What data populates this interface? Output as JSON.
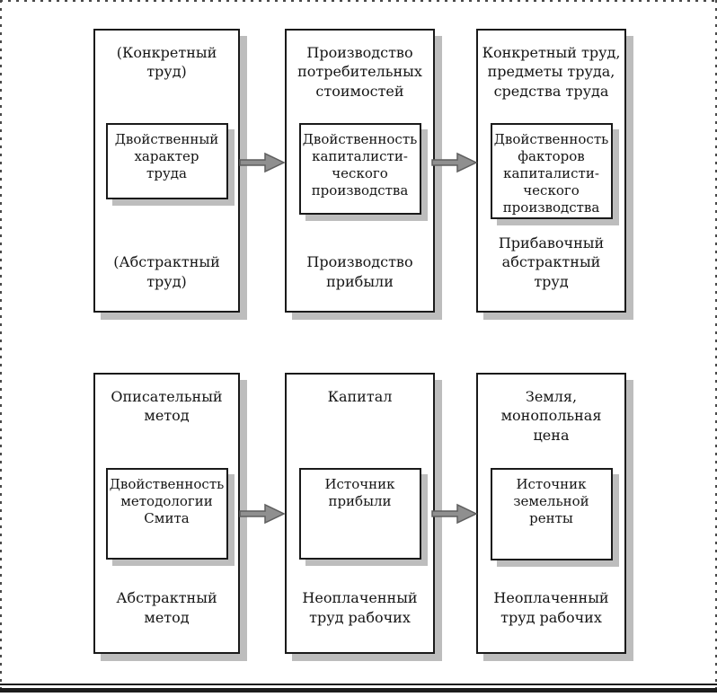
{
  "palette": {
    "box_border": "#1a1a1a",
    "box_shadow": "#bdbdbd",
    "arrow_fill": "#8f8f8f",
    "arrow_stroke": "#5e5e5e",
    "page_dots": "#4a4a4a",
    "footer_rule": "#1c1c1c",
    "text": "#151515"
  },
  "diagram": {
    "rows": 2,
    "cols": 3,
    "boxes": [
      {
        "name": "dual-character-of-labor",
        "top_label": "(Конкретный\nтруд)",
        "core_label": "Двойственный\nхарактер\nтруда",
        "bottom_label": "(Абстрактный\nтруд)"
      },
      {
        "name": "duality-of-capitalist-production",
        "top_label": "Производство\nпотребительных\nстоимостей",
        "core_label": "Двойственность\nкапиталисти-\nческого\nпроизводства",
        "bottom_label": "Производство\nприбыли"
      },
      {
        "name": "duality-of-production-factors",
        "top_label": "Конкретный труд,\nпредметы труда,\nсредства труда",
        "core_label": "Двойственность\nфакторов\nкапиталисти-\nческого\nпроизводства",
        "bottom_label": "Прибавочный\nабстрактный\nтруд"
      },
      {
        "name": "duality-of-smith-methodology",
        "top_label": "Описательный\nметод",
        "core_label": "Двойственность\nметодологии\nСмита",
        "bottom_label": "Абстрактный\nметод"
      },
      {
        "name": "source-of-profit",
        "top_label": "Капитал",
        "core_label": "Источник\nприбыли",
        "bottom_label": "Неоплаченный\nтруд рабочих"
      },
      {
        "name": "source-of-land-rent",
        "top_label": "Земля,\nмонопольная\nцена",
        "core_label": "Источник\nземельной\nренты",
        "bottom_label": "Неоплаченный\nтруд рабочих"
      }
    ],
    "arrows": [
      {
        "from": "dual-character-of-labor",
        "to": "duality-of-capitalist-production"
      },
      {
        "from": "duality-of-capitalist-production",
        "to": "duality-of-production-factors"
      },
      {
        "from": "duality-of-smith-methodology",
        "to": "source-of-profit"
      },
      {
        "from": "source-of-profit",
        "to": "source-of-land-rent"
      }
    ]
  }
}
